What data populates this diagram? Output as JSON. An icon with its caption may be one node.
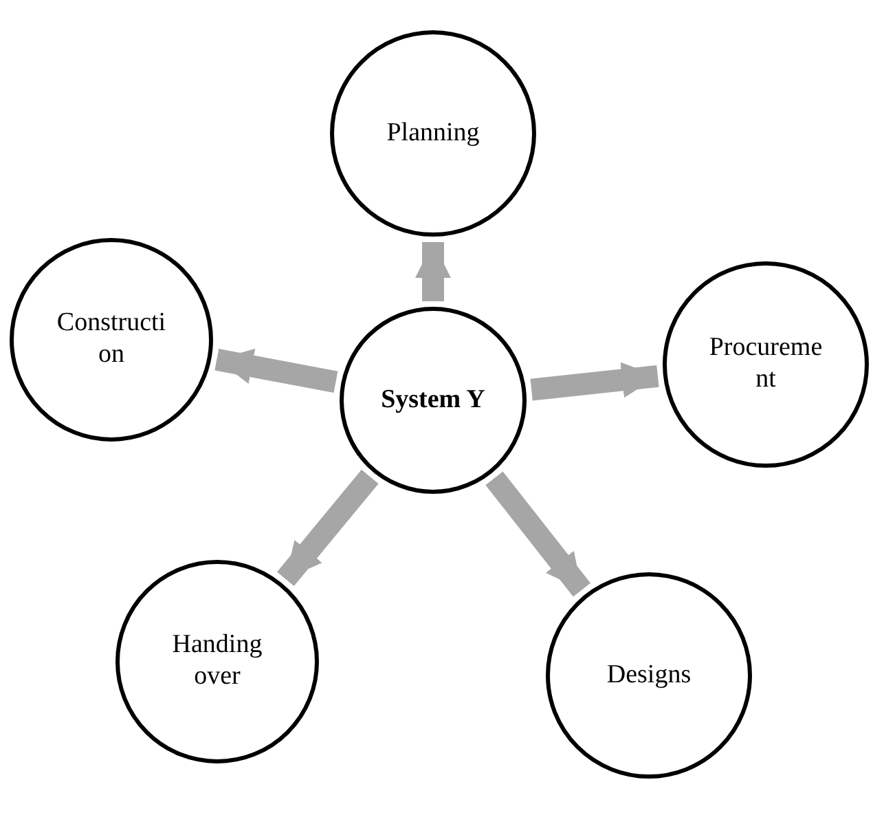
{
  "diagram": {
    "nodes": [
      {
        "text": [
          "Planning"
        ]
      },
      {
        "text": [
          "Constructi on"
        ]
      },
      {
        "text": [
          "Procureme nt"
        ]
      },
      {
        "text": [
          "System Y"
        ]
      },
      {
        "text": [
          "Handing over"
        ]
      },
      {
        "text": [
          "Designs"
        ]
      }
    ],
    "edges": [
      {
        "from": 3,
        "to": 0,
        "arrow": "to"
      },
      {
        "from": 3,
        "to": 2,
        "arrow": "to"
      },
      {
        "from": 3,
        "to": 5,
        "arrow": "to"
      },
      {
        "from": 3,
        "to": 4,
        "arrow": "to"
      },
      {
        "from": 3,
        "to": 1,
        "arrow": "to"
      }
    ]
  }
}
